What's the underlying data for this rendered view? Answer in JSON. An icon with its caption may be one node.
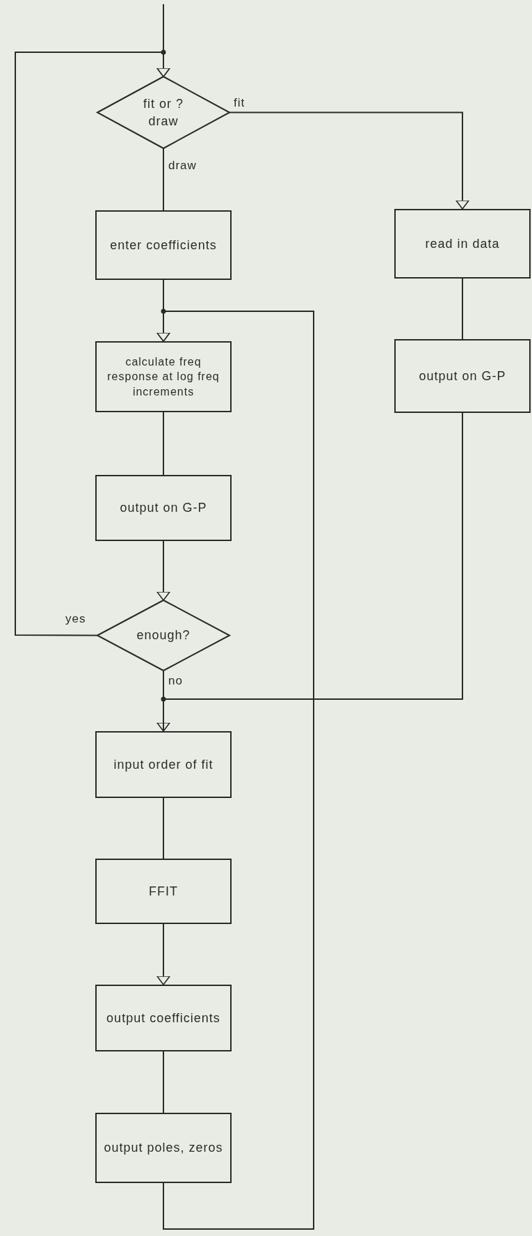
{
  "diagram": {
    "nodes": [
      {
        "text": [
          "fit or ? draw"
        ]
      },
      {
        "text": [
          "enter coefficients"
        ]
      },
      {
        "text": [
          "read in data"
        ]
      },
      {
        "text": [
          "calculate freq response at log freq increments"
        ]
      },
      {
        "text": [
          "output on G-P"
        ]
      },
      {
        "text": [
          "output on G-P"
        ]
      },
      {
        "text": [
          "enough?"
        ]
      },
      {
        "text": [
          "input order of fit"
        ]
      },
      {
        "text": [
          "FFIT"
        ]
      },
      {
        "text": [
          "output coefficients"
        ]
      },
      {
        "text": [
          "output poles, zeros"
        ]
      }
    ],
    "edges": [
      {
        "from": null,
        "to": 0,
        "arrow": "to"
      },
      {
        "from": 6,
        "to": 0,
        "arrow": "to",
        "label": "yes"
      },
      {
        "from": 0,
        "to": 1,
        "arrow": "none",
        "label": "draw"
      },
      {
        "from": 0,
        "to": 2,
        "arrow": "to",
        "label": "fit"
      },
      {
        "from": 1,
        "to": 3,
        "arrow": "to"
      },
      {
        "from": 10,
        "to": 3,
        "arrow": "to"
      },
      {
        "from": 3,
        "to": 5,
        "arrow": "none"
      },
      {
        "from": 5,
        "to": 6,
        "arrow": "to"
      },
      {
        "from": 2,
        "to": 4,
        "arrow": "none"
      },
      {
        "from": 4,
        "to": 7,
        "arrow": "to"
      },
      {
        "from": 6,
        "to": 7,
        "arrow": "none",
        "label": "no"
      },
      {
        "from": 7,
        "to": 8,
        "arrow": "none"
      },
      {
        "from": 8,
        "to": 9,
        "arrow": "to"
      },
      {
        "from": 9,
        "to": 10,
        "arrow": "none"
      }
    ]
  }
}
